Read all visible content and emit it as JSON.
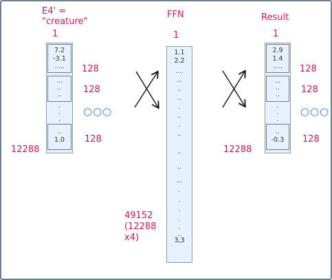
{
  "left_vector": {
    "title_line1": "E4' =",
    "title_line2": "\"creature\"",
    "width_label": "1",
    "height_label": "12288",
    "block_labels": [
      "128",
      "128",
      "128"
    ],
    "values_top": [
      "7.2",
      "-3.1",
      "....."
    ],
    "values_block2": [
      "...",
      "..",
      ".."
    ],
    "values_gap": [
      ".",
      ".",
      "."
    ],
    "values_bottom": [
      "..",
      "1.0"
    ]
  },
  "ffn": {
    "title": "FFN",
    "width_label": "1",
    "height_label_line1": "49152",
    "height_label_line2": "(12288",
    "height_label_line3": "x4)",
    "values": [
      "1.1",
      "2.2",
      "....",
      "...",
      "..",
      "..",
      ".",
      "..",
      ".",
      "..",
      "..",
      "..",
      "...",
      ".",
      ".",
      ".",
      ".",
      ".",
      "..",
      "..",
      "3.3"
    ]
  },
  "result_vector": {
    "title": "Result",
    "width_label": "1",
    "height_label": "12288",
    "block_labels": [
      "128",
      "128",
      "128"
    ],
    "values_top": [
      "2.9",
      "1.4",
      "....."
    ],
    "values_block2": [
      "...",
      "..",
      ".."
    ],
    "values_gap": [
      ".",
      ".",
      "."
    ],
    "values_bottom": [
      "..",
      "-0.3"
    ]
  },
  "ellipsis_icon": "ooo"
}
